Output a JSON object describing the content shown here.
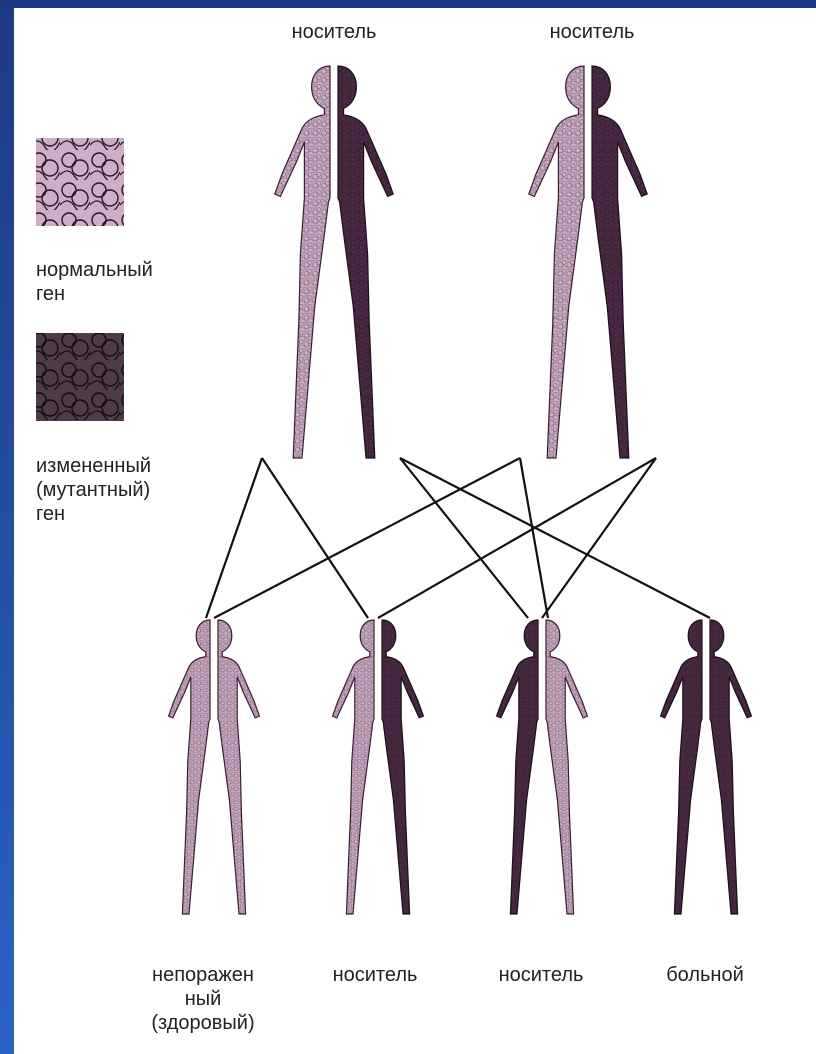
{
  "parents": [
    {
      "label": "носитель",
      "left": "normal",
      "right": "mutant"
    },
    {
      "label": "носитель",
      "left": "normal",
      "right": "mutant"
    }
  ],
  "children": [
    {
      "label": "непоражен\nный\n(здоровый)",
      "left": "normal",
      "right": "normal"
    },
    {
      "label": "носитель",
      "left": "normal",
      "right": "mutant"
    },
    {
      "label": "носитель",
      "left": "mutant",
      "right": "normal"
    },
    {
      "label": "больной",
      "left": "mutant",
      "right": "mutant"
    }
  ],
  "legend": {
    "normal_label": "нормальный\nген",
    "mutant_label": "измененный\n(мутантный)\nген"
  },
  "colors": {
    "normal_fill": "#ccaec6",
    "normal_line": "#3a1f33",
    "mutant_fill": "#4a2a44",
    "mutant_line": "#1c0f1a",
    "background": "#2452a8"
  }
}
